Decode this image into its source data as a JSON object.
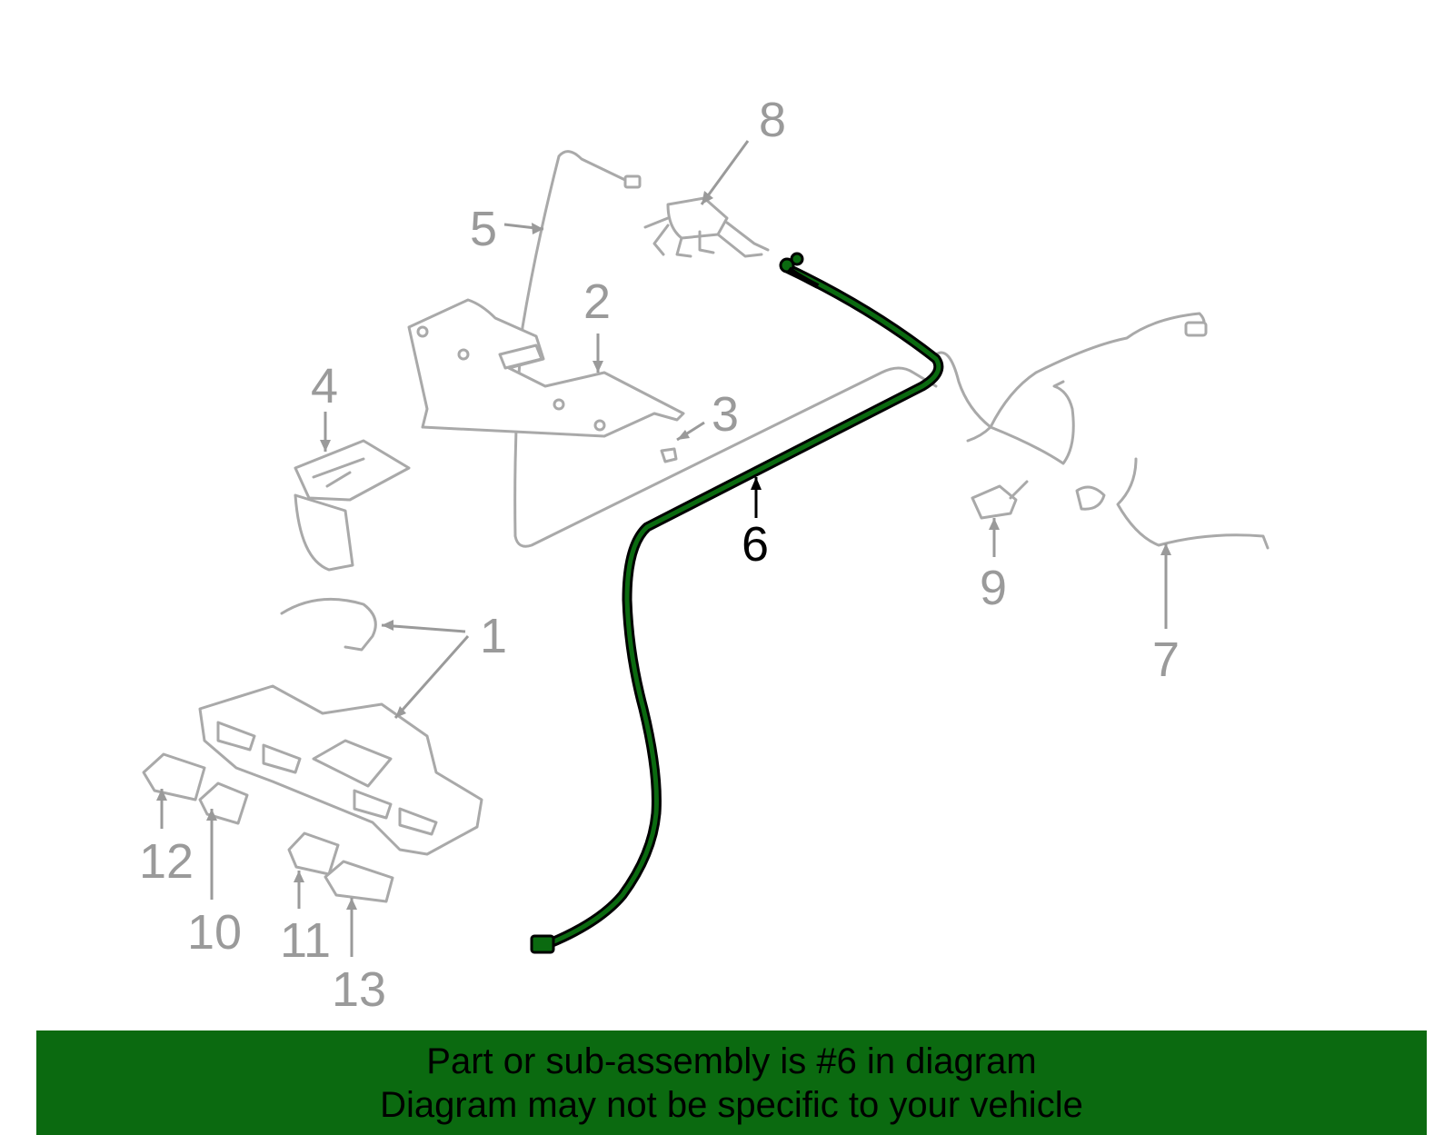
{
  "diagram": {
    "highlighted_part": "6",
    "callouts": [
      "1",
      "2",
      "3",
      "4",
      "5",
      "6",
      "7",
      "8",
      "9",
      "10",
      "11",
      "12",
      "13"
    ],
    "colors": {
      "highlight": "#0b6a10",
      "parts": "#a9a9a9",
      "labels": "#9a9a9a",
      "banner": "#0b6a10"
    }
  },
  "banner": {
    "line1": "Part or sub-assembly is #6 in diagram",
    "line2": "Diagram may not be specific to your vehicle"
  }
}
